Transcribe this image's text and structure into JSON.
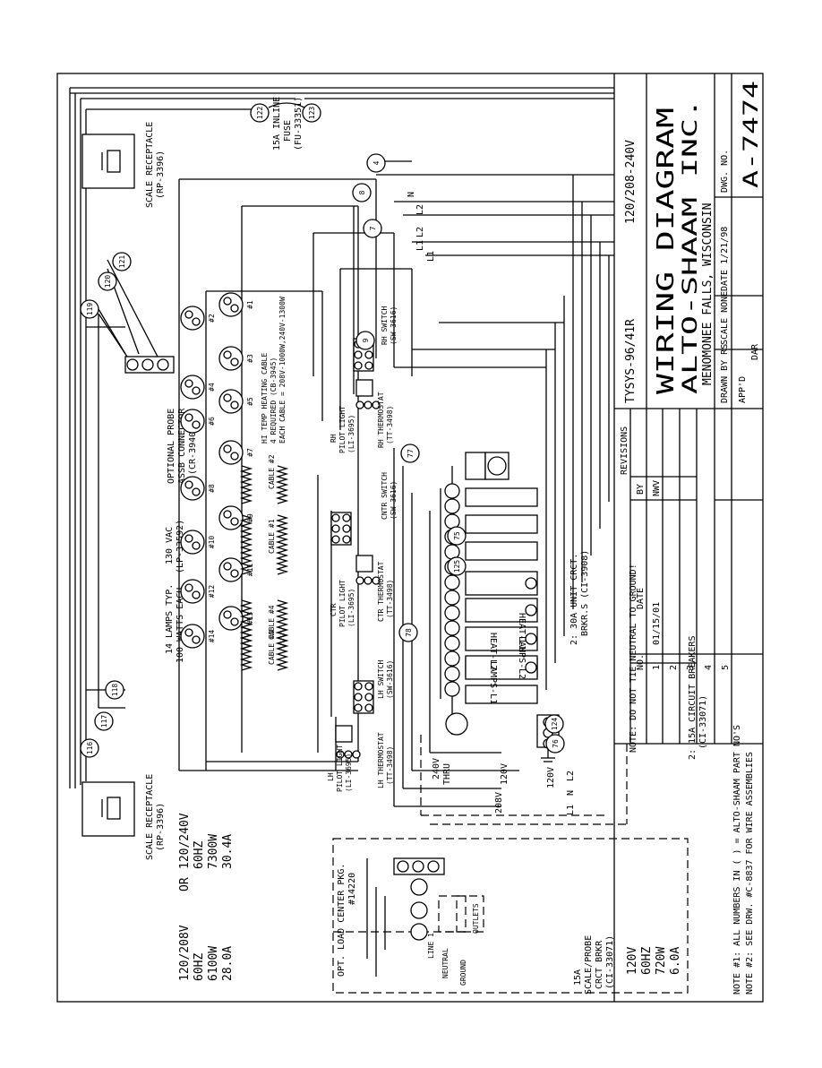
{
  "title_block": {
    "model": "TYSYS-96/41R",
    "voltage": "120/208-240V",
    "title": "WIRING DIAGRAM",
    "company": "ALTO-SHAAM INC.",
    "location": "MENOMONEE FALLS, WISCONSIN",
    "drawn_by_label": "DRAWN BY RS",
    "appd_label": "APP'D",
    "appd_value": "DAR",
    "scale_label": "SCALE NONE",
    "date_label": "DATE 1/21/98",
    "dwg_label": "DWG. NO.",
    "dwg_no": "A-7474"
  },
  "revisions": {
    "heading": "REVISIONS",
    "col_no": "NO.",
    "col_date": "DATE",
    "col_by": "BY",
    "rows": [
      {
        "no": "1",
        "date": "01/15/01",
        "by": "NWV"
      },
      {
        "no": "2",
        "date": "",
        "by": ""
      },
      {
        "no": "3",
        "date": "",
        "by": ""
      },
      {
        "no": "4",
        "date": "",
        "by": ""
      },
      {
        "no": "5",
        "date": "",
        "by": ""
      }
    ]
  },
  "components": {
    "scale_receptacle": "SCALE RECEPTACLE",
    "scale_receptacle_part": "(RP-3396)",
    "inline_fuse": "15A INLINE",
    "inline_fuse_2": "FUSE",
    "inline_fuse_part": "(FU-33351)",
    "probe_connector": "OPTIONAL PROBE",
    "probe_connector_2": "ASSB CONNECTOR",
    "probe_connector_part": "(CR-3940)",
    "lamps_a": "14 LAMPS TYP.",
    "lamps_b": "100 WATTS EACH",
    "lamps_c": "130 VAC",
    "lamps_part": "(LP-33592)",
    "heat_cable_a": "HI TEMP HEATING CABLE",
    "heat_cable_b": "4 REQUIRED (CB-3945)",
    "heat_cable_c": "EACH CABLE = 208V-1000W,240V-1300W",
    "rh_switch": "RH SWITCH",
    "rh_switch_part": "(SW-3616)",
    "rh_thermostat": "RH THERMOSTAT",
    "rh_thermostat_part": "(TT-3498)",
    "rh_pilot": "RH",
    "rh_pilot_2": "PILOT LIGHT",
    "rh_pilot_part": "(LI-3695)",
    "cntr_switch": "CNTR SWITCH",
    "cntr_switch_part": "(SW-3616)",
    "ctr_thermostat": "CTR THERMOSTAT",
    "ctr_thermostat_part": "(TT-3498)",
    "ctr_pilot": "CTR",
    "ctr_pilot_2": "PILOT LIGHT",
    "ctr_pilot_part": "(LI-3695)",
    "lh_switch": "LH SWITCH",
    "lh_switch_part": "(SW-3616)",
    "lh_thermostat": "LH THERMOSTAT",
    "lh_thermostat_part": "(TT-3498)",
    "lh_pilot": "LH",
    "lh_pilot_2": "PILOT LIGHT",
    "lh_pilot_part": "(LI-3695)",
    "breakers_a": "2: 15A CIRCUIT BREAKERS",
    "breakers_part": "(CI-33071)",
    "unit_breaker_a": "2: 30A UNIT CRCT.",
    "unit_breaker_b": "BRKR.S (CI-3908)",
    "lamps_l2": "LAMPS-L2",
    "heat_l1": "HEAT-L1",
    "heat_l2": "HEAT-L2",
    "lamps_l1": "LAMPS-L1",
    "load_center": "OPT. LOAD CENTER PKG.",
    "load_center_no": "#14220",
    "scale_breaker_a": "15A",
    "scale_breaker_b": "SCALE/PROBE",
    "scale_breaker_c": "CRCT BRKR",
    "scale_breaker_part": "(CI-33071)",
    "outlets": "OUTLETS",
    "line1": "LINE 1",
    "neutral": "NEUTRAL",
    "ground": "GROUND",
    "v208": "208V",
    "v240": "240V",
    "thru": "THRU",
    "v120a": "120V",
    "v120b": "120V",
    "cable1": "CABLE #1",
    "cable2": "CABLE #2",
    "cable3": "CABLE #3",
    "cable4": "CABLE #4"
  },
  "line_labels": {
    "l1": "L1",
    "n": "N",
    "l2": "L2"
  },
  "ratings": {
    "a": [
      "120/208V",
      "60HZ",
      "6100W",
      "28.0A"
    ],
    "or": "OR",
    "b": [
      "120/240V",
      "60HZ",
      "7300W",
      "30.4A"
    ],
    "c": [
      "120V",
      "60HZ",
      "720W",
      "6.0A"
    ]
  },
  "notes": {
    "neutral": "NOTE: DO NOT TIE NEUTRAL TO GROUND!",
    "note1": "NOTE #1: ALL NUMBERS IN ( ) = ALTO-SHAAM PART NO'S",
    "note2": "NOTE #2: SEE DRW. #C-8837 FOR WIRE ASSEMBLIES"
  },
  "wire_numbers": [
    "122",
    "123",
    "121",
    "120",
    "119",
    "118",
    "117",
    "116",
    "8",
    "7",
    "4",
    "9",
    "77",
    "78",
    "75",
    "125",
    "124",
    "76"
  ],
  "lamp_numbers": [
    "#1",
    "#2",
    "#3",
    "#4",
    "#5",
    "#6",
    "#7",
    "#8",
    "#9",
    "#10",
    "#11",
    "#12",
    "#13",
    "#14"
  ]
}
